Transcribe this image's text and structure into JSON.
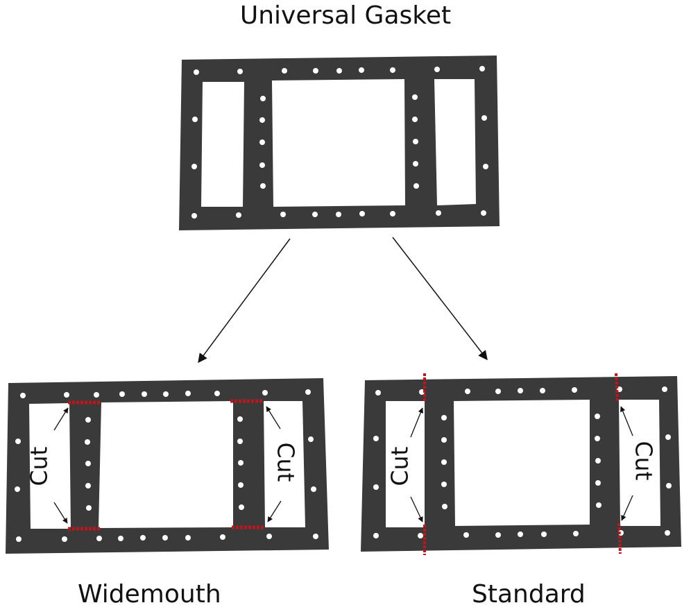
{
  "titles": {
    "top": "Universal Gasket",
    "left": "Widemouth",
    "right": "Standard"
  },
  "cut_labels": {
    "wide_left": "Cut",
    "wide_right": "Cut",
    "std_left": "Cut",
    "std_right": "Cut"
  },
  "colors": {
    "gasket": "#3a3a3a",
    "cut_line": "#c0151c",
    "hole": "#ffffff",
    "arrow": "#111111"
  }
}
